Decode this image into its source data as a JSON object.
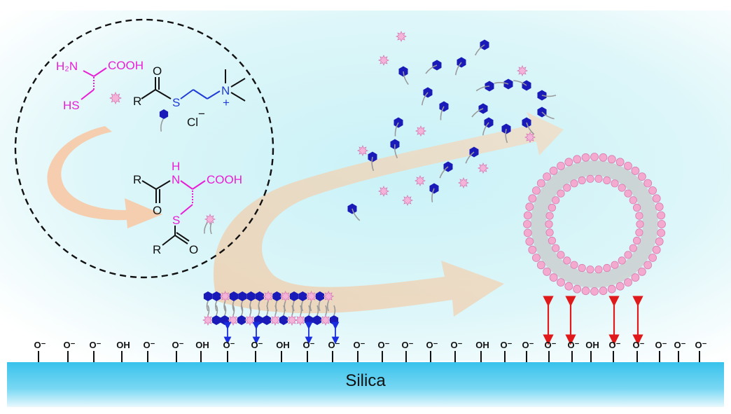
{
  "surface": {
    "label": "Silica",
    "groups": [
      "O⁻",
      "O⁻",
      "O⁻",
      "OH",
      "O⁻",
      "O⁻",
      "OH",
      "O⁻",
      "O⁻",
      "OH",
      "O⁻",
      "O⁻",
      "O⁻",
      "O⁻",
      "O⁻",
      "O⁻",
      "O⁻",
      "OH",
      "O⁻",
      "O⁻",
      "O⁻",
      "O⁻",
      "OH",
      "O⁻",
      "O⁻",
      "O⁻",
      "O⁻",
      "O⁻"
    ]
  },
  "scheme": {
    "cysteine": {
      "amine": "H₂N",
      "acid": "COOH",
      "thiol": "HS"
    },
    "thioester": {
      "r": "R",
      "o": "O",
      "s": "S",
      "n": "N",
      "charge": "+",
      "counterion": "Cl",
      "counterion_charge": "−"
    },
    "product": {
      "r1": "R",
      "o1": "O",
      "nh_h": "H",
      "nh_n": "N",
      "acid": "COOH",
      "s": "S",
      "r2": "R",
      "o2": "O"
    }
  },
  "colors": {
    "magenta": "#e61fd6",
    "blue": "#1f3bd6",
    "headgroup": "#1a1ab8",
    "lipid_pink": "#f2a6cc",
    "arrow": "#f5c7a3",
    "red_arrow": "#e01a1a",
    "silica": "#3fc5ee"
  },
  "icons": {
    "star": "pink-star-headgroup-icon",
    "hexagon": "blue-hexagon-headgroup-icon"
  }
}
